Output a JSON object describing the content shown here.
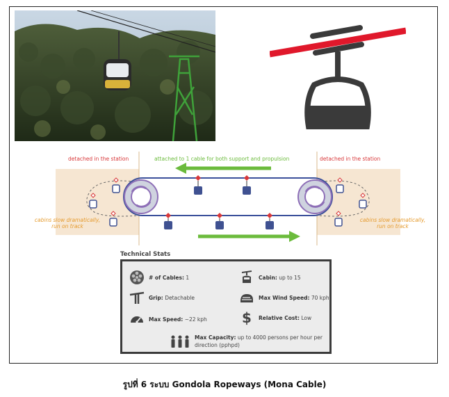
{
  "labels": {
    "left_detached": "detached in the station",
    "right_detached": "detached in the station",
    "attached": "attached to 1 cable for both support and propulsion",
    "left_slow_1": "cabins slow dramatically,",
    "left_slow_2": "run on track",
    "right_slow_1": "cabins slow dramatically,",
    "right_slow_2": "run on track"
  },
  "stats": {
    "title": "Technical Stats",
    "cables_label": "# of Cables:",
    "cables_value": "1",
    "cabin_label": "Cabin:",
    "cabin_value": "up to 15",
    "grip_label": "Grip:",
    "grip_value": "Detachable",
    "wind_label": "Max Wind Speed:",
    "wind_value": "70 kph",
    "speed_label": "Max Speed:",
    "speed_value": "~22 kph",
    "cost_label": "Relative Cost:",
    "cost_value": "Low",
    "capacity_label": "Max Capacity:",
    "capacity_value_1": "up to 4000 persons per hour per",
    "capacity_value_2": "direction (pphpd)"
  },
  "caption": "รูปที่ 6 ระบบ Gondola Ropeways (Mona Cable)",
  "colors": {
    "cable_blue": "#3a4f9a",
    "cabin_blue": "#3f5191",
    "connector_red": "#d8383a",
    "arrow_green": "#6bbb3c",
    "station_tan": "#f6e6d2",
    "icon_red": "#e0182b",
    "icon_dark": "#3a3a3a",
    "wheel_purple": "#8e6fb7"
  }
}
